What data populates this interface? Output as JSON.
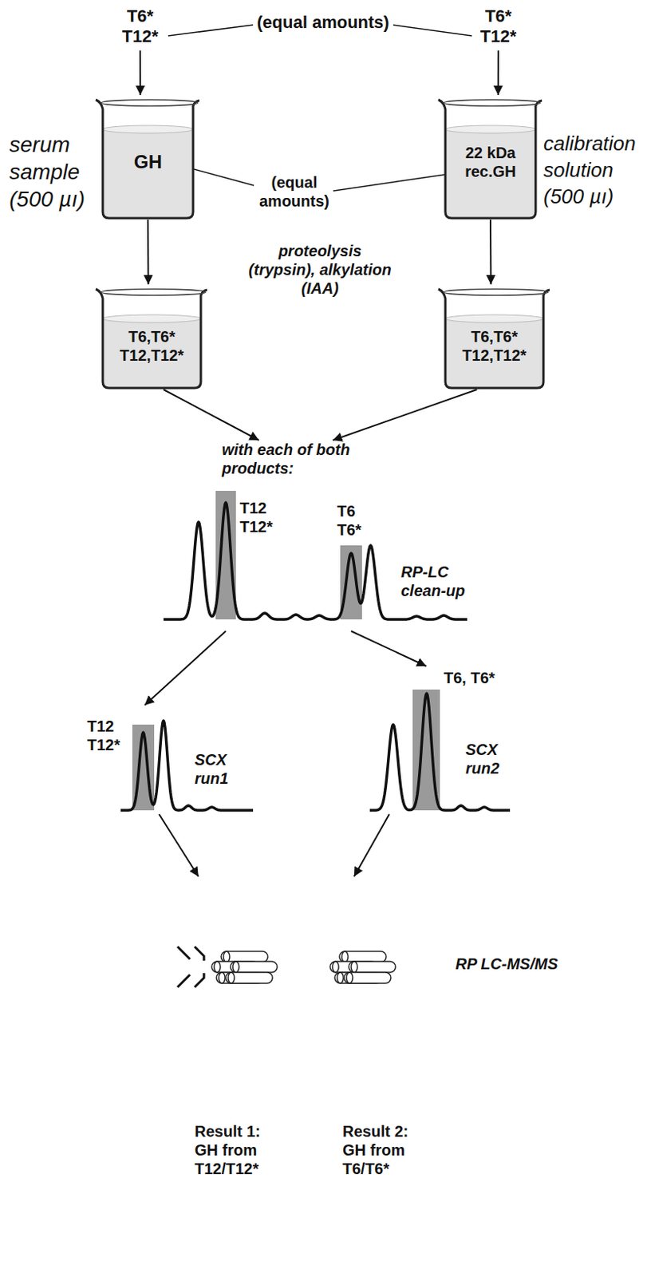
{
  "diagram": {
    "nodes": [
      {
        "text": [
          "T6* T12*"
        ]
      },
      {
        "text": [
          "T6* T12*"
        ]
      },
      {
        "text": [
          "GH"
        ]
      },
      {
        "text": [
          "22 kDa rec.GH"
        ]
      },
      {
        "text": [
          "T6,T6* T12,T12*"
        ]
      },
      {
        "text": [
          "T6,T6* T12,T12*"
        ]
      },
      {
        "text": [
          "with each of both products:"
        ]
      },
      {
        "text": [
          "T12 T12*",
          "T6 T6*",
          "RP-LC clean-up"
        ]
      },
      {
        "text": [
          "T12 T12*",
          "SCX run1"
        ]
      },
      {
        "text": [
          "T6, T6*",
          "SCX run2"
        ]
      },
      {
        "text": [
          "RP LC-MS/MS"
        ]
      }
    ],
    "edges": [
      {
        "from": 0,
        "to": 2,
        "arrow": "to"
      },
      {
        "from": 1,
        "to": 3,
        "arrow": "to"
      },
      {
        "from": 2,
        "to": 4,
        "arrow": "to"
      },
      {
        "from": 3,
        "to": 5,
        "arrow": "to"
      },
      {
        "from": 4,
        "to": 6,
        "arrow": "to"
      },
      {
        "from": 5,
        "to": 6,
        "arrow": "to"
      },
      {
        "from": 7,
        "to": 8,
        "arrow": "to"
      },
      {
        "from": 7,
        "to": 9,
        "arrow": "to"
      },
      {
        "from": 8,
        "to": 10,
        "arrow": "to"
      },
      {
        "from": 9,
        "to": 10,
        "arrow": "to"
      }
    ],
    "labels": [
      "(equal amounts)",
      "serum sample (500 µı)",
      "calibration solution (500 µı)",
      "(equal amounts)",
      "proteolysis (trypsin), alkylation (IAA)",
      "Result 1: GH from T12/T12*",
      "Result 2: GH from T6/T6*"
    ]
  }
}
